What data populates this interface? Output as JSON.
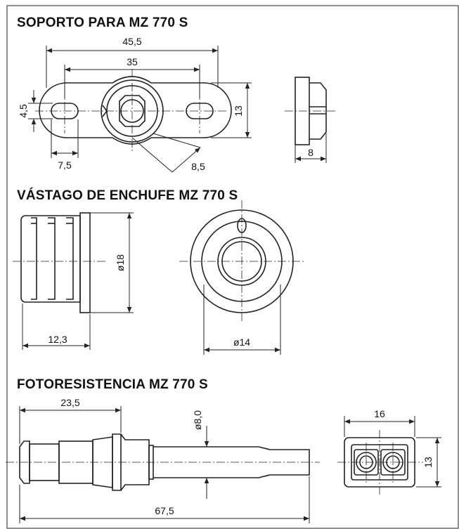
{
  "sections": {
    "soporte": {
      "title": "SOPORTO PARA MZ 770 S"
    },
    "vastago": {
      "title": "VÁSTAGO DE ENCHUFE MZ 770 S"
    },
    "fotoresistencia": {
      "title": "FOTORESISTENCIA MZ 770 S"
    }
  },
  "dims": {
    "d45_5": "45,5",
    "d35": "35",
    "d4_5": "4,5",
    "d13a": "13",
    "d7_5": "7,5",
    "d8_5": "8,5",
    "d8": "8",
    "dia18": "ø18",
    "d12_3": "12,3",
    "dia14": "ø14",
    "d23_5": "23,5",
    "dia8_0": "ø8,0",
    "d67_5": "67,5",
    "d16": "16",
    "d13b": "13"
  },
  "colors": {
    "line": "#222222",
    "frame": "#555555"
  }
}
